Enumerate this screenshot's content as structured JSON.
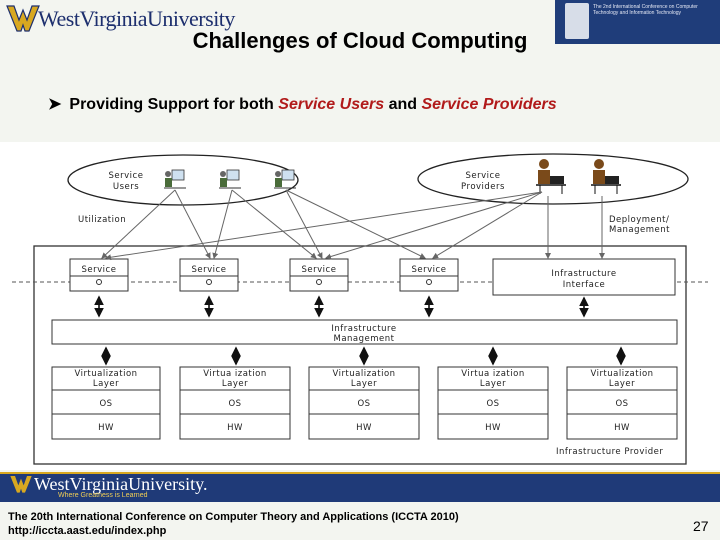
{
  "header": {
    "university": "WestVirginiaUniversity",
    "conference_badge": "The 2nd International Conference on Computer Technology and Information Technology",
    "title": "Challenges of Cloud Computing"
  },
  "bullet": {
    "prefix": "Providing Support for both ",
    "service_users": "Service Users",
    "middle": " and ",
    "service_providers": "Service Providers"
  },
  "diagram": {
    "service_users_label": [
      "Service",
      "Users"
    ],
    "service_providers_label": [
      "Service",
      "Providers"
    ],
    "utilization": "Utilization",
    "deployment": [
      "Deployment/",
      "Management"
    ],
    "service_box": "Service",
    "infrastructure_interface": [
      "Infrastructure",
      "Interface"
    ],
    "infrastructure_management": [
      "Infrastructure",
      "Management"
    ],
    "vl_label_a": [
      "Virtualization",
      "Layer"
    ],
    "vl_label_b": [
      "Virtua ization",
      "Layer"
    ],
    "os": "OS",
    "hw": "HW",
    "infrastructure_provider": "Infrastructure Provider"
  },
  "footer": {
    "logo": "WestVirginiaUniversity.",
    "tagline": "Where Greatness is Learned",
    "conference_line1": "The 20th International Conference on Computer Theory and Applications (ICCTA 2010)",
    "conference_line2": "http://iccta.aast.edu/index.php",
    "page_number": "27"
  },
  "colors": {
    "wvu_blue": "#1d2f6e",
    "wvu_gold": "#d8a820",
    "accent_red": "#b11a1a"
  }
}
